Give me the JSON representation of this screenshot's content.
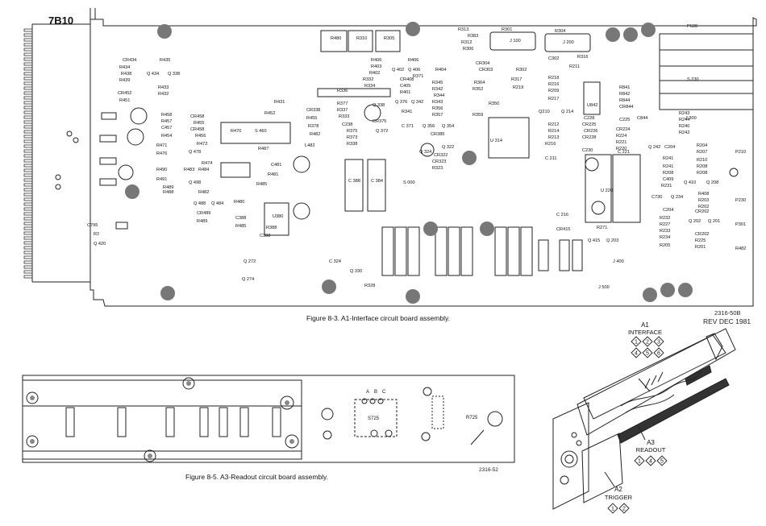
{
  "model_label": "7B10",
  "figure_a1": {
    "caption": "Figure 8-3. A1-Interface circuit board assembly.",
    "drawing_number": "2316-50B",
    "revision": "REV DEC 1981"
  },
  "figure_a3": {
    "caption": "Figure 8-5. A3-Readout circuit board assembly.",
    "drawing_number": "2316-52"
  },
  "locator": {
    "a1": {
      "name": "A1",
      "sub": "INTERFACE",
      "badges": [
        "1",
        "2",
        "3",
        "4",
        "5",
        "6"
      ]
    },
    "a3": {
      "name": "A3",
      "sub": "READOUT",
      "badges": [
        "1",
        "4",
        "5"
      ]
    },
    "a2": {
      "name": "A2",
      "sub": "TRIGGER",
      "badges": [
        "1",
        "2"
      ]
    }
  },
  "a1_labels": [
    [
      "R480",
      410,
      49
    ],
    [
      "R310",
      442,
      49
    ],
    [
      "R305",
      476,
      49
    ],
    [
      "R313",
      568,
      38
    ],
    [
      "R383",
      580,
      46
    ],
    [
      "R301",
      622,
      38
    ],
    [
      "R304",
      688,
      40
    ],
    [
      "P628",
      852,
      34
    ],
    [
      "R312",
      572,
      54
    ],
    [
      "R306",
      574,
      62
    ],
    [
      "J 100",
      632,
      52
    ],
    [
      "J 200",
      698,
      54
    ],
    [
      "R316",
      716,
      72
    ],
    [
      "C302",
      680,
      74
    ],
    [
      "R211",
      706,
      84
    ],
    [
      "CR434",
      152,
      76
    ],
    [
      "R435",
      198,
      76
    ],
    [
      "R434",
      148,
      85
    ],
    [
      "R438",
      150,
      93
    ],
    [
      "Q 434",
      182,
      93
    ],
    [
      "Q 338",
      208,
      93
    ],
    [
      "R439",
      148,
      101
    ],
    [
      "R406",
      460,
      76
    ],
    [
      "R403",
      460,
      84
    ],
    [
      "R402",
      458,
      92
    ],
    [
      "R406",
      506,
      76
    ],
    [
      "CR304",
      590,
      80
    ],
    [
      "CR303",
      594,
      88
    ],
    [
      "R302",
      640,
      88
    ],
    [
      "S 230",
      852,
      100
    ],
    [
      "Q 402",
      486,
      88
    ],
    [
      "Q 406",
      506,
      88
    ],
    [
      "R404",
      540,
      88
    ],
    [
      "R371",
      512,
      96
    ],
    [
      "R345",
      536,
      104
    ],
    [
      "R364",
      588,
      104
    ],
    [
      "R317",
      634,
      100
    ],
    [
      "R218",
      680,
      98
    ],
    [
      "R216",
      680,
      106
    ],
    [
      "R433",
      196,
      110
    ],
    [
      "R432",
      196,
      118
    ],
    [
      "R332",
      450,
      100
    ],
    [
      "R334",
      452,
      108
    ],
    [
      "CR408",
      496,
      100
    ],
    [
      "C405",
      496,
      108
    ],
    [
      "R342",
      536,
      112
    ],
    [
      "R352",
      586,
      112
    ],
    [
      "R219",
      636,
      110
    ],
    [
      "R209",
      680,
      114
    ],
    [
      "R451",
      148,
      126
    ],
    [
      "CR452",
      146,
      117
    ],
    [
      "R336",
      418,
      114
    ],
    [
      "R401",
      496,
      116
    ],
    [
      "R344",
      538,
      120
    ],
    [
      "R841",
      768,
      110
    ],
    [
      "R842",
      768,
      118
    ],
    [
      "R431",
      340,
      128
    ],
    [
      "R377",
      418,
      130
    ],
    [
      "Q 376",
      490,
      128
    ],
    [
      "Q 342",
      510,
      128
    ],
    [
      "R343",
      536,
      128
    ],
    [
      "R350",
      606,
      130
    ],
    [
      "R217",
      680,
      124
    ],
    [
      "R844",
      768,
      126
    ],
    [
      "CR844",
      768,
      134
    ],
    [
      "CR458",
      236,
      146
    ],
    [
      "R452",
      328,
      142
    ],
    [
      "CR338",
      380,
      138
    ],
    [
      "R337",
      418,
      138
    ],
    [
      "Q 338",
      462,
      132
    ],
    [
      "R341",
      498,
      140
    ],
    [
      "R356",
      536,
      136
    ],
    [
      "R357",
      536,
      144
    ],
    [
      "Q210",
      668,
      140
    ],
    [
      "Q 214",
      696,
      140
    ],
    [
      "C225",
      768,
      150
    ],
    [
      "C844",
      790,
      148
    ],
    [
      "R243",
      842,
      142
    ],
    [
      "J 300",
      850,
      148
    ],
    [
      "R458",
      200,
      144
    ],
    [
      "R457",
      200,
      152
    ],
    [
      "C457",
      200,
      160
    ],
    [
      "R455",
      240,
      154
    ],
    [
      "R455",
      380,
      148
    ],
    [
      "R333",
      420,
      146
    ],
    [
      "R359",
      586,
      144
    ],
    [
      "U842",
      728,
      132
    ],
    [
      "C228",
      724,
      148
    ],
    [
      "CR225",
      722,
      156
    ],
    [
      "R244",
      842,
      150
    ],
    [
      "R240",
      842,
      158
    ],
    [
      "R242",
      842,
      166
    ],
    [
      "R470",
      286,
      164
    ],
    [
      "S 460",
      316,
      164
    ],
    [
      "C238",
      424,
      156
    ],
    [
      "CR375",
      462,
      152
    ],
    [
      "C 371",
      498,
      158
    ],
    [
      "Q 356",
      524,
      158
    ],
    [
      "Q 354",
      548,
      158
    ],
    [
      "R212",
      680,
      156
    ],
    [
      "R214",
      680,
      164
    ],
    [
      "R213",
      680,
      172
    ],
    [
      "CR226",
      724,
      164
    ],
    [
      "CR224",
      764,
      162
    ],
    [
      "R224",
      764,
      170
    ],
    [
      "R454",
      200,
      170
    ],
    [
      "CR458",
      236,
      162
    ],
    [
      "R456",
      242,
      170
    ],
    [
      "R378",
      382,
      158
    ],
    [
      "R482",
      384,
      168
    ],
    [
      "R375",
      430,
      164
    ],
    [
      "R373",
      430,
      172
    ],
    [
      "Q 372",
      466,
      164
    ],
    [
      "CR385",
      534,
      168
    ],
    [
      "U 314",
      608,
      176
    ],
    [
      "CR228",
      722,
      172
    ],
    [
      "C230",
      722,
      188
    ],
    [
      "R221",
      764,
      178
    ],
    [
      "R220",
      764,
      186
    ],
    [
      "R471",
      194,
      182
    ],
    [
      "R472",
      244,
      180
    ],
    [
      "R487",
      320,
      186
    ],
    [
      "L482",
      378,
      182
    ],
    [
      "R338",
      430,
      180
    ],
    [
      "Q 322",
      548,
      184
    ],
    [
      "Q 324",
      520,
      190
    ],
    [
      "R216",
      676,
      180
    ],
    [
      "C 221",
      766,
      190
    ],
    [
      "Q 242",
      804,
      184
    ],
    [
      "C204",
      824,
      184
    ],
    [
      "R204",
      864,
      182
    ],
    [
      "R207",
      864,
      190
    ],
    [
      "P210",
      912,
      190
    ],
    [
      "R476",
      194,
      192
    ],
    [
      "Q 478",
      234,
      190
    ],
    [
      "CR322",
      538,
      194
    ],
    [
      "CR323",
      536,
      202
    ],
    [
      "R323",
      536,
      210
    ],
    [
      "C 211",
      676,
      198
    ],
    [
      "R241",
      822,
      198
    ],
    [
      "R210",
      864,
      200
    ],
    [
      "R208",
      864,
      208
    ],
    [
      "R490",
      194,
      212
    ],
    [
      "R474",
      250,
      204
    ],
    [
      "R484",
      246,
      212
    ],
    [
      "R481",
      332,
      218
    ],
    [
      "C481",
      336,
      206
    ],
    [
      "S 000",
      500,
      228
    ],
    [
      "R208",
      822,
      216
    ],
    [
      "R208",
      864,
      216
    ],
    [
      "R241",
      822,
      208
    ],
    [
      "R491",
      194,
      224
    ],
    [
      "Q 498",
      234,
      228
    ],
    [
      "R483",
      228,
      212
    ],
    [
      "R485",
      318,
      230
    ],
    [
      "C 388",
      432,
      226
    ],
    [
      "C 384",
      460,
      226
    ],
    [
      "C409",
      822,
      224
    ],
    [
      "Q 410",
      848,
      228
    ],
    [
      "Q 208",
      876,
      228
    ],
    [
      "R489",
      202,
      234
    ],
    [
      "R482",
      246,
      240
    ],
    [
      "R480",
      290,
      252
    ],
    [
      "U380",
      338,
      270
    ],
    [
      "R231",
      820,
      232
    ],
    [
      "R408",
      866,
      242
    ],
    [
      "R203",
      866,
      250
    ],
    [
      "R202",
      866,
      258
    ],
    [
      "P230",
      912,
      250
    ],
    [
      "R488",
      202,
      240
    ],
    [
      "Q 488",
      240,
      254
    ],
    [
      "Q 484",
      262,
      254
    ],
    [
      "R388",
      330,
      284
    ],
    [
      "C 216",
      690,
      268
    ],
    [
      "U 220",
      745,
      238
    ],
    [
      "C730",
      808,
      246
    ],
    [
      "Q 234",
      832,
      246
    ],
    [
      "C204",
      822,
      262
    ],
    [
      "CR202",
      862,
      264
    ],
    [
      "CR489",
      244,
      266
    ],
    [
      "C388",
      292,
      272
    ],
    [
      "R271",
      740,
      284
    ],
    [
      "R232",
      818,
      272
    ],
    [
      "R227",
      818,
      280
    ],
    [
      "R233",
      818,
      288
    ],
    [
      "Q 202",
      854,
      276
    ],
    [
      "Q 201",
      878,
      276
    ],
    [
      "P301",
      912,
      280
    ],
    [
      "R489",
      244,
      276
    ],
    [
      "R485",
      292,
      282
    ],
    [
      "C388",
      322,
      294
    ],
    [
      "CR415",
      690,
      286
    ],
    [
      "R234",
      818,
      296
    ],
    [
      "R205",
      818,
      306
    ],
    [
      "CR202",
      862,
      292
    ],
    [
      "R225",
      862,
      300
    ],
    [
      "R201",
      862,
      308
    ],
    [
      "C795",
      108,
      281
    ],
    [
      "R2",
      116,
      292
    ],
    [
      "Q 420",
      116,
      304
    ],
    [
      "Q 415",
      729,
      300
    ],
    [
      "Q 203",
      752,
      300
    ],
    [
      "R482",
      912,
      310
    ],
    [
      "Q 272",
      302,
      326
    ],
    [
      "C 324",
      408,
      326
    ],
    [
      "J 400",
      760,
      326
    ],
    [
      "Q 330",
      434,
      338
    ],
    [
      "R328",
      452,
      356
    ],
    [
      "J 500",
      742,
      358
    ],
    [
      "Q 274",
      300,
      348
    ]
  ],
  "a3_labels": [
    [
      "A",
      454,
      488
    ],
    [
      "B",
      464,
      488
    ],
    [
      "C",
      474,
      488
    ],
    [
      "S725",
      456,
      521
    ],
    [
      "R725",
      578,
      520
    ]
  ]
}
